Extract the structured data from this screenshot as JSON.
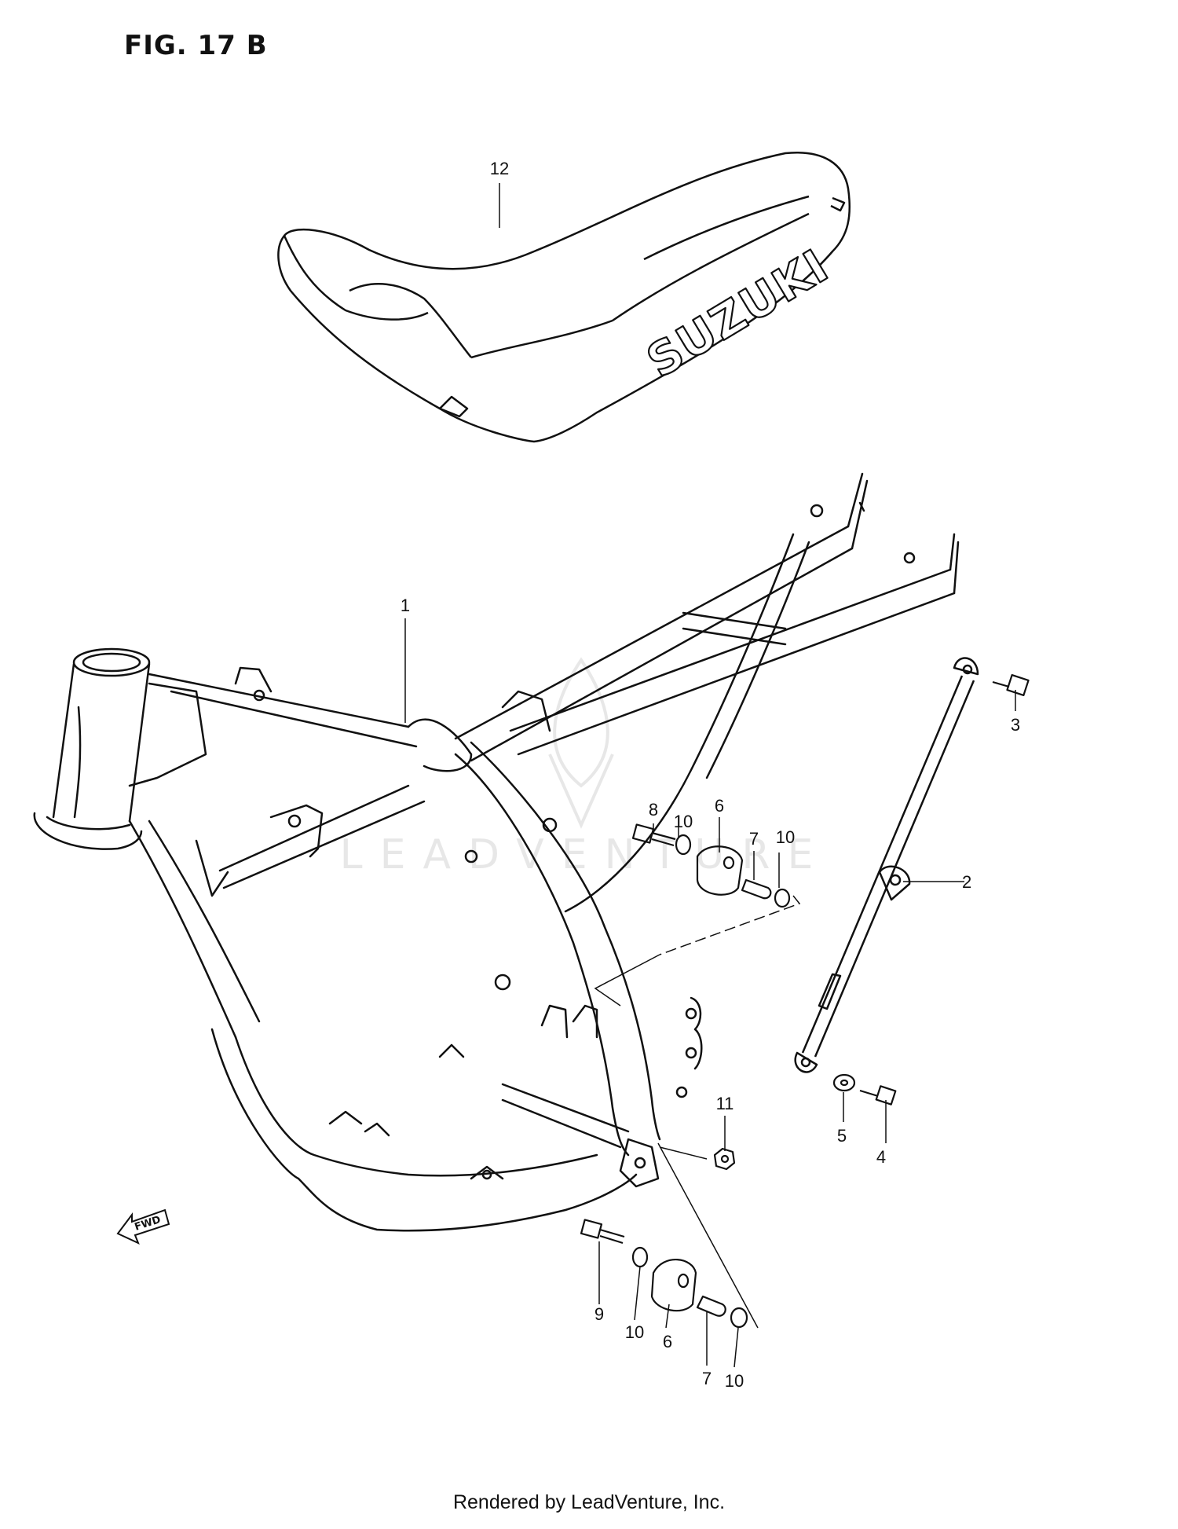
{
  "figure": {
    "title": "FIG. 17 B"
  },
  "seat": {
    "brand_text": "SUZUKI"
  },
  "direction_arrow": {
    "label": "FWD"
  },
  "watermark": "LEADVENTURE",
  "callouts": [
    {
      "id": "c1",
      "label": "1"
    },
    {
      "id": "c2",
      "label": "2"
    },
    {
      "id": "c3",
      "label": "3"
    },
    {
      "id": "c4",
      "label": "4"
    },
    {
      "id": "c5",
      "label": "5"
    },
    {
      "id": "c6a",
      "label": "6"
    },
    {
      "id": "c6b",
      "label": "6"
    },
    {
      "id": "c7a",
      "label": "7"
    },
    {
      "id": "c7b",
      "label": "7"
    },
    {
      "id": "c8",
      "label": "8"
    },
    {
      "id": "c9",
      "label": "9"
    },
    {
      "id": "c10a",
      "label": "10"
    },
    {
      "id": "c10b",
      "label": "10"
    },
    {
      "id": "c10c",
      "label": "10"
    },
    {
      "id": "c10d",
      "label": "10"
    },
    {
      "id": "c11",
      "label": "11"
    },
    {
      "id": "c12",
      "label": "12"
    }
  ],
  "footer": {
    "credit": "Rendered by LeadVenture, Inc."
  }
}
